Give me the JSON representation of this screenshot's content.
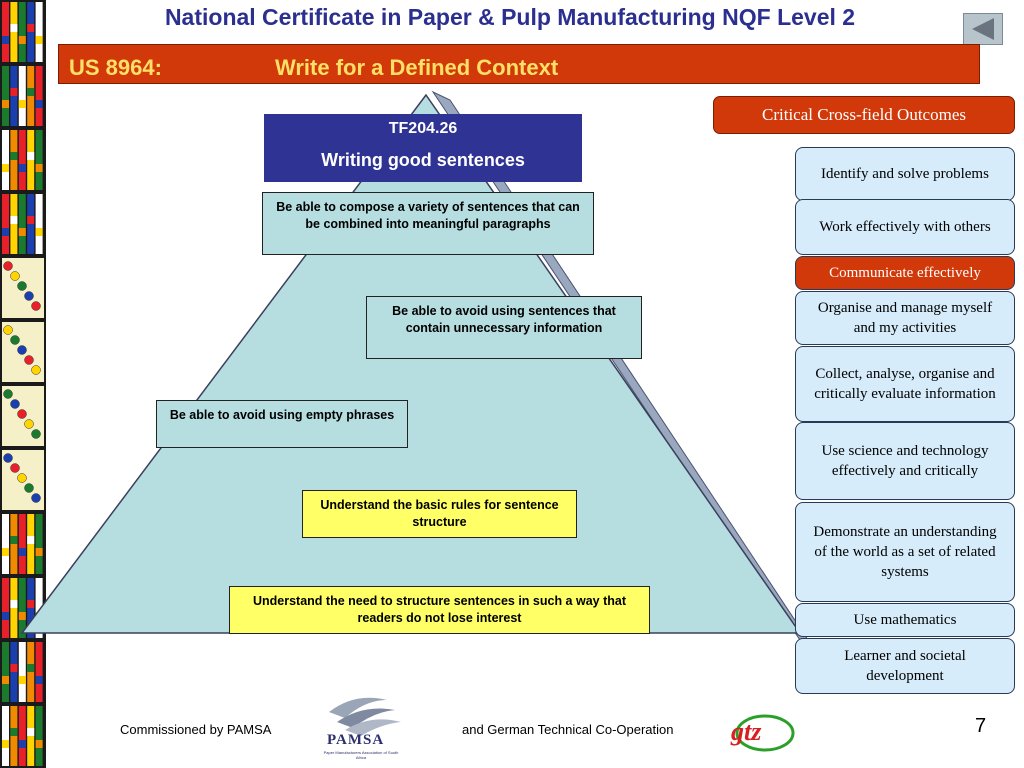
{
  "header": {
    "title": "National Certificate in Paper & Pulp Manufacturing NQF Level 2",
    "unit_code": "US 8964:",
    "unit_name": "Write for a Defined Context"
  },
  "topic": {
    "code": "TF204.26",
    "name": "Writing good sentences"
  },
  "pyramid_items": [
    {
      "text": "Be able to compose a variety of sentences that can be combined into meaningful paragraphs"
    },
    {
      "text": "Be able to avoid using sentences that contain unnecessary information"
    },
    {
      "text": "Be able to avoid using empty phrases"
    },
    {
      "text": "Understand the basic  rules for sentence structure"
    },
    {
      "text": "Understand the need to structure sentences in such a way that readers do not lose interest"
    }
  ],
  "outcomes": {
    "header": "Critical Cross-field Outcomes",
    "active_color": "#d1390a",
    "items": [
      {
        "label": "Identify and solve problems",
        "active": false
      },
      {
        "label": "Work effectively with others",
        "active": false
      },
      {
        "label": "Communicate effectively",
        "active": true
      },
      {
        "label": "Organise and manage myself and my activities",
        "active": false
      },
      {
        "label": "Collect, analyse, organise and critically evaluate information",
        "active": false
      },
      {
        "label": "Use science and technology effectively and critically",
        "active": false
      },
      {
        "label": "Demonstrate an understanding of the world as a set of related systems",
        "active": false
      },
      {
        "label": "Use mathematics",
        "active": false
      },
      {
        "label": "Learner and societal development",
        "active": false
      }
    ]
  },
  "footer": {
    "commissioned": "Commissioned by PAMSA",
    "pamsa_logo_text": "PAMSA",
    "pamsa_logo_subtext": "Paper Manufacturers Association of South Africa",
    "partner": "and German Technical Co-Operation",
    "gtz_logo_text": "gtz",
    "page_number": "7"
  },
  "colors": {
    "title": "#2b2f8f",
    "banner": "#d1390a",
    "banner_text": "#ffe066",
    "pyramid": "#b6dde0",
    "yellow_box": "#ffff66",
    "topic_box": "#2f3393"
  }
}
